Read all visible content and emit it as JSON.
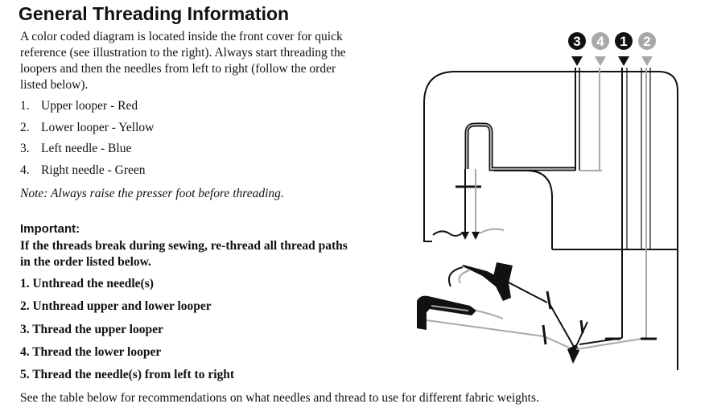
{
  "title": "General Threading Information",
  "intro": "A color coded diagram is located inside the front cover for quick reference (see illustration to the right). Always start threading the loopers and then the needles from left to right (follow the order listed below).",
  "order_list": [
    {
      "num": "1.",
      "text": "Upper looper - Red"
    },
    {
      "num": "2.",
      "text": "Lower looper - Yellow"
    },
    {
      "num": "3.",
      "text": "Left needle - Blue"
    },
    {
      "num": "4.",
      "text": "Right needle - Green"
    }
  ],
  "note": "Note: Always raise the presser foot before threading.",
  "important": {
    "heading": "Important:",
    "text": "If the threads break during sewing, re-thread all thread paths in the order listed below.",
    "steps": [
      "1. Unthread the needle(s)",
      "2. Unthread upper and lower looper",
      "3. Thread the upper looper",
      "4. Thread the lower looper",
      "5. Thread the needle(s) from left to right"
    ]
  },
  "footer": "See the table below for recommendations on what needles and thread to use for different fabric weights.",
  "diagram": {
    "badges": [
      {
        "label": "3",
        "style": "dark"
      },
      {
        "label": "4",
        "style": "light"
      },
      {
        "label": "1",
        "style": "dark"
      },
      {
        "label": "2",
        "style": "light"
      }
    ],
    "colors": {
      "dark": "#111111",
      "light": "#a8a8a8"
    }
  }
}
